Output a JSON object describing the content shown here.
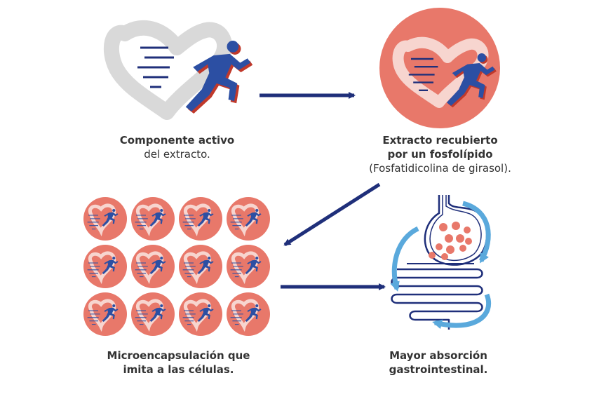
{
  "steps": {
    "active": {
      "title": "Componente activo",
      "subtitle": "del extracto."
    },
    "coated": {
      "title_line1": "Extracto recubierto",
      "title_line2": "por un fosfolípido",
      "note": "(Fosfatidicolina de girasol)."
    },
    "micro": {
      "line1": "Microencapsulación que",
      "line2": "imita a las células."
    },
    "absorption": {
      "line1": "Mayor absorción",
      "line2": "gastrointestinal."
    }
  },
  "icons": [
    "heart-icon",
    "runner-icon",
    "capsule-icon",
    "digestive-tract-icon",
    "arrow-icon",
    "cycle-arrow-icon"
  ],
  "colors": {
    "circle": "#E8786A",
    "arrow": "#1F2F7A",
    "runner": "#2C4FA3",
    "heart": "#D9D9D9",
    "cycle": "#5AA9DC"
  }
}
